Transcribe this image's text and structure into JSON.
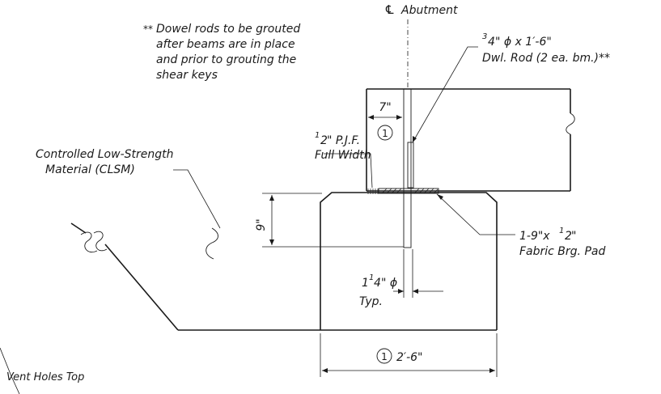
{
  "centerline": {
    "symbol": "℄",
    "label": "Abutment"
  },
  "dowel_note": {
    "marker": "**",
    "lines": [
      "Dowel rods to be grouted",
      "after beams are in place",
      "and prior to grouting the",
      "shear keys"
    ]
  },
  "dowel_rod": {
    "size_num": "3",
    "size_den": "4",
    "size_rest": "\" ϕ x 1′-6\"",
    "line2": "Dwl. Rod (2 ea. bm.)**"
  },
  "pjf": {
    "frac_num": "1",
    "frac_den": "2",
    "line1_rest": "\" P.J.F.",
    "line2": "Full Width"
  },
  "clsm": {
    "line1": "Controlled Low-Strength",
    "line2": "Material (CLSM)"
  },
  "bearing_pad": {
    "line1_a": "1-9\"x ",
    "line1_num": "1",
    "line1_den": "2",
    "line1_rest": "\"",
    "line2": "Fabric Brg. Pad"
  },
  "hole": {
    "whole": "1",
    "num": "1",
    "den": "4",
    "rest": "\" ϕ",
    "line2": "Typ."
  },
  "dims": {
    "beam_offset": "7\"",
    "pad_height": "9\"",
    "base_width": "2′-6\""
  },
  "marker": {
    "number": "1"
  },
  "vent": {
    "label": "Vent Holes Top"
  }
}
